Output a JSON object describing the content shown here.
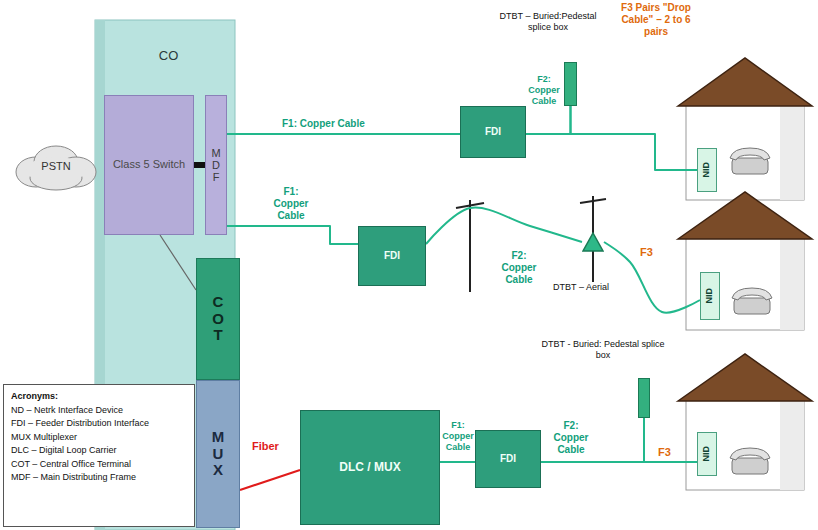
{
  "diagram": {
    "nodes": [
      {
        "text": [
          "CO"
        ]
      },
      {
        "text": [
          "PSTN"
        ]
      },
      {
        "text": [
          "Class 5 Switch"
        ],
        "in": 0
      },
      {
        "text": [
          "MDF"
        ],
        "in": 0
      },
      {
        "text": [
          "COT"
        ],
        "in": 0
      },
      {
        "text": [
          "MUX"
        ],
        "in": 0
      },
      {
        "text": [
          "FDI"
        ]
      },
      {
        "text": [
          "DTBT – Buried:Pedestal splice box"
        ]
      },
      {
        "text": [
          "NID"
        ]
      },
      {
        "text": [
          "FDI"
        ]
      },
      {
        "text": [
          "DTBT – Aerial"
        ]
      },
      {
        "text": [
          "NID"
        ]
      },
      {
        "text": [
          "DLC / MUX"
        ]
      },
      {
        "text": [
          "FDI"
        ]
      },
      {
        "text": [
          "DTBT - Buried: Pedestal splice box"
        ]
      },
      {
        "text": [
          "NID"
        ]
      },
      {
        "text": [
          "Acronyms:",
          "ND – Netrk Interface Device",
          "FDI – Feeder Distribution Interface",
          "MUX Multiplexer",
          "DLC – Digital Loop Carrier",
          "COT – Central Office Terminal",
          "MDF – Main Distributing Frame"
        ]
      }
    ],
    "edges": [
      {
        "from": 2,
        "to": 3,
        "arrow": "none"
      },
      {
        "from": 2,
        "to": 4,
        "arrow": "none"
      },
      {
        "from": 3,
        "to": 6,
        "label": "F1: Copper Cable",
        "arrow": "none"
      },
      {
        "from": 6,
        "to": 7,
        "label": "F2: Copper Cable",
        "arrow": "none"
      },
      {
        "from": 7,
        "to": 8,
        "label": "F3 Pairs \"Drop Cable\" – 2 to 6 pairs",
        "arrow": "none"
      },
      {
        "from": 3,
        "to": 9,
        "label": "F1: Copper Cable",
        "arrow": "none"
      },
      {
        "from": 9,
        "to": 10,
        "label": "F2: Copper Cable",
        "arrow": "none"
      },
      {
        "from": 10,
        "to": 11,
        "label": "F3",
        "arrow": "none"
      },
      {
        "from": 5,
        "to": 12,
        "label": "Fiber",
        "arrow": "none"
      },
      {
        "from": 12,
        "to": 13,
        "label": "F1: Copper Cable",
        "arrow": "none"
      },
      {
        "from": 13,
        "to": 14,
        "label": "F2: Copper Cable",
        "arrow": "none"
      },
      {
        "from": 14,
        "to": 15,
        "label": "F3",
        "arrow": "none"
      }
    ]
  }
}
